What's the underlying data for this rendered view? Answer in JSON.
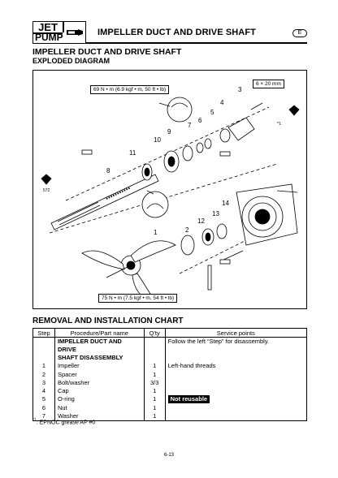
{
  "header": {
    "jet_label": "JET",
    "pump_label": "PUMP",
    "title": "IMPELLER DUCT AND DRIVE SHAFT",
    "lang": "E"
  },
  "section": {
    "title": "IMPELLER DUCT AND DRIVE SHAFT",
    "subtitle": "EXPLODED DIAGRAM"
  },
  "diagram": {
    "torque_top": "69 N • m (6.9 kgf • m, 50 ft • lb)",
    "torque_bottom": "75 N • m (7.5 kgf • m, 54 ft • lb)",
    "bolt_size": "6 × 20 mm",
    "grease_mark": "*1",
    "part_numbers": [
      "1",
      "2",
      "3",
      "4",
      "5",
      "6",
      "7",
      "8",
      "9",
      "10",
      "11",
      "12",
      "13",
      "14"
    ],
    "grease_code": "572"
  },
  "chart": {
    "title": "REMOVAL AND INSTALLATION CHART",
    "columns": [
      "Step",
      "Procedure/Part name",
      "Q'ty",
      "Service points"
    ],
    "rows": [
      {
        "step": "",
        "name": "IMPELLER DUCT AND DRIVE",
        "qty": "",
        "service": "Follow the left “Step” for disassembly."
      },
      {
        "step": "",
        "name": "SHAFT DISASSEMBLY",
        "qty": "",
        "service": ""
      },
      {
        "step": "1",
        "name": "Impeller",
        "qty": "1",
        "service": "Left-hand threads"
      },
      {
        "step": "2",
        "name": "Spacer",
        "qty": "1",
        "service": ""
      },
      {
        "step": "3",
        "name": "Bolt/washer",
        "qty": "3/3",
        "service": ""
      },
      {
        "step": "4",
        "name": "Cap",
        "qty": "1",
        "service": ""
      },
      {
        "step": "5",
        "name": "O-ring",
        "qty": "1",
        "service": "Not reusable"
      },
      {
        "step": "6",
        "name": "Nut",
        "qty": "1",
        "service": ""
      },
      {
        "step": "7",
        "name": "Washer",
        "qty": "1",
        "service": ""
      }
    ]
  },
  "footnote": {
    "mark": "*1",
    "text": ": EPNOC grease AP #0"
  },
  "page_number": "6-13"
}
